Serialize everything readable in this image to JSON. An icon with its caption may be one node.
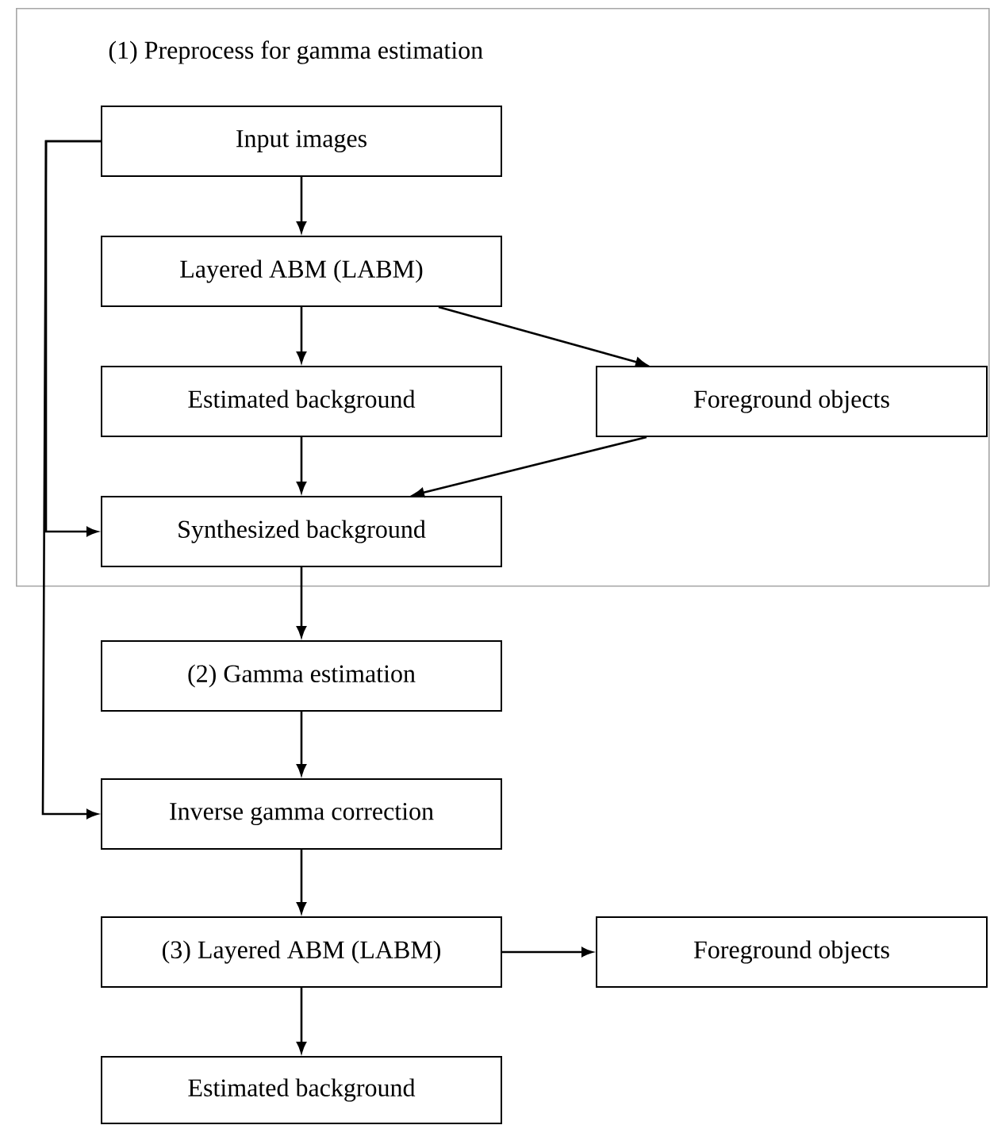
{
  "diagram": {
    "nodes": [
      {
        "text": [
          "(1) Preprocess for gamma estimation"
        ]
      },
      {
        "text": [
          "Input images"
        ],
        "in": 0
      },
      {
        "text": [
          "Layered ABM (LABM)"
        ],
        "in": 0
      },
      {
        "text": [
          "Estimated background"
        ],
        "in": 0
      },
      {
        "text": [
          "Foreground objects"
        ],
        "in": 0
      },
      {
        "text": [
          "Synthesized background"
        ],
        "in": 0
      },
      {
        "text": [
          "(2) Gamma estimation"
        ]
      },
      {
        "text": [
          "Inverse gamma correction"
        ]
      },
      {
        "text": [
          "(3) Layered ABM (LABM)"
        ]
      },
      {
        "text": [
          "Foreground objects"
        ]
      },
      {
        "text": [
          "Estimated background"
        ]
      }
    ],
    "edges": [
      {
        "from": 1,
        "to": 2,
        "arrow": "to"
      },
      {
        "from": 2,
        "to": 3,
        "arrow": "to"
      },
      {
        "from": 2,
        "to": 4,
        "arrow": "to"
      },
      {
        "from": 3,
        "to": 5,
        "arrow": "to"
      },
      {
        "from": 4,
        "to": 5,
        "arrow": "to"
      },
      {
        "from": 1,
        "to": 5,
        "arrow": "to"
      },
      {
        "from": 1,
        "to": 7,
        "arrow": "to"
      },
      {
        "from": 5,
        "to": 6,
        "arrow": "to"
      },
      {
        "from": 6,
        "to": 7,
        "arrow": "to"
      },
      {
        "from": 7,
        "to": 8,
        "arrow": "to"
      },
      {
        "from": 8,
        "to": 9,
        "arrow": "to"
      },
      {
        "from": 8,
        "to": 10,
        "arrow": "to"
      }
    ]
  }
}
